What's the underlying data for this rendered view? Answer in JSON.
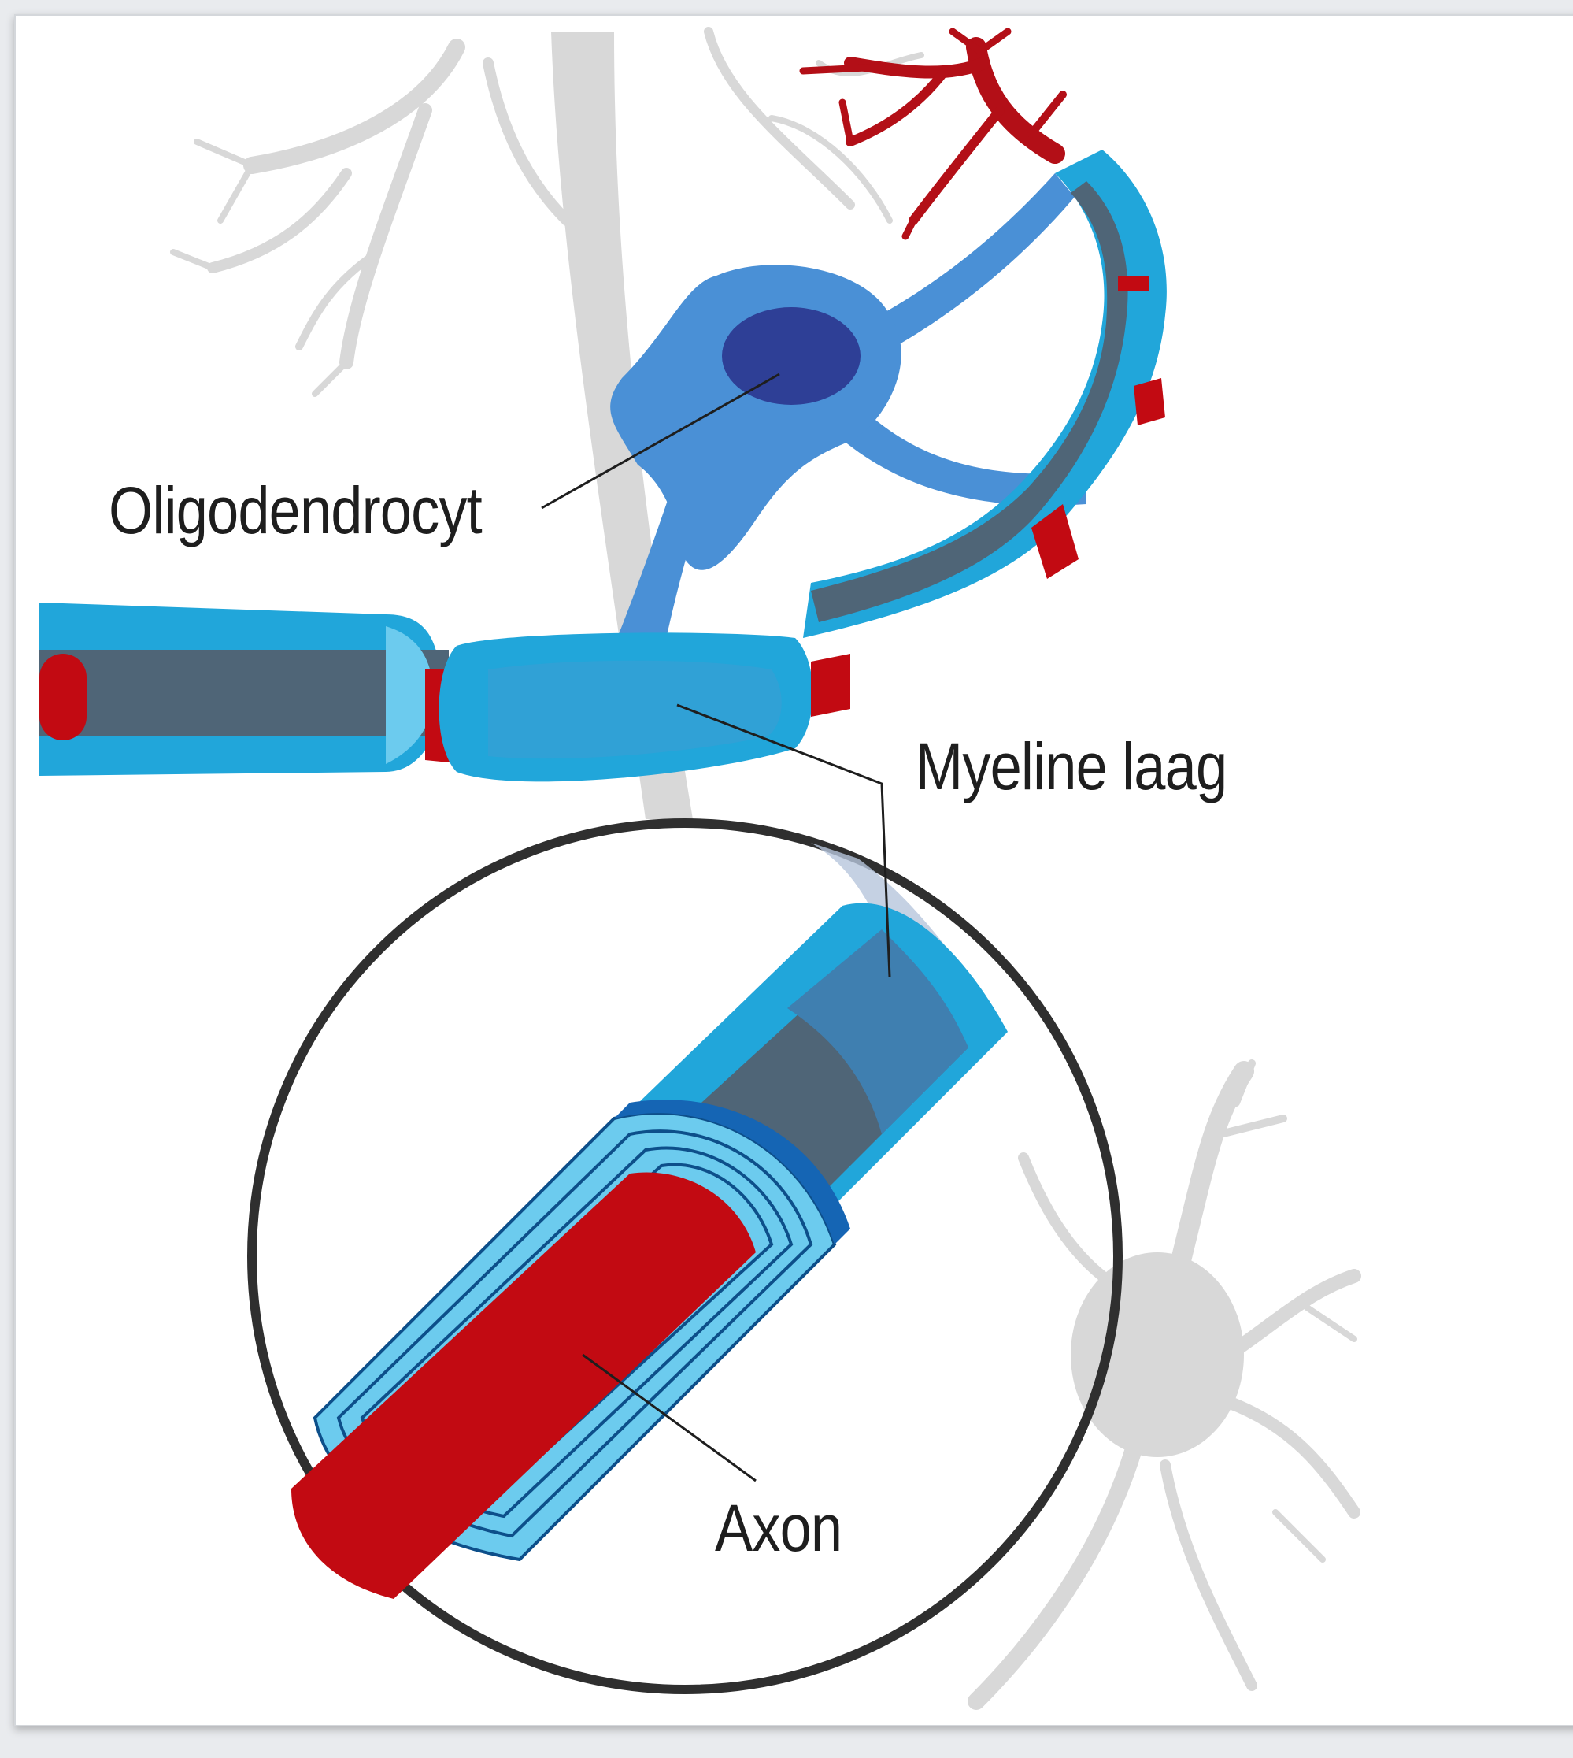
{
  "labels": {
    "oligodendrocyte": "Oligodendrocyt",
    "myelin_layer": "Myeline laag",
    "axon": "Axon"
  },
  "colors": {
    "axon_red": "#c20a12",
    "myelin_blue": "#21a6da",
    "myelin_light": "#6ccbee",
    "cell_blue": "#4a90d6",
    "nucleus": "#2e3f96",
    "axon_core_gray": "#4f6577",
    "background_neuron_gray": "#d6d6d6",
    "magnifier_ring": "#2f2f2f"
  }
}
